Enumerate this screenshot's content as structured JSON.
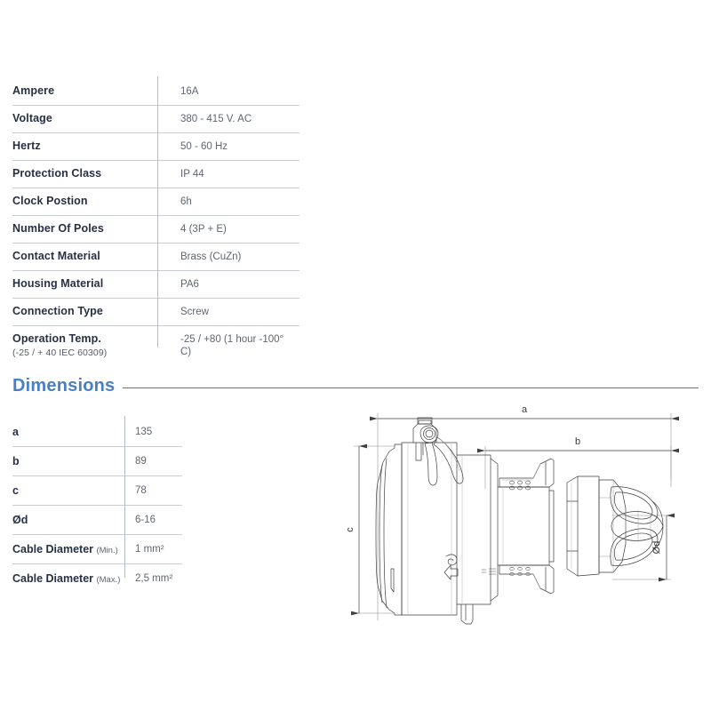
{
  "specs": {
    "rows": [
      {
        "label": "Ampere",
        "value": "16A"
      },
      {
        "label": "Voltage",
        "value": "380 - 415 V. AC"
      },
      {
        "label": "Hertz",
        "value": "50 - 60 Hz"
      },
      {
        "label": "Protection Class",
        "value": "IP 44"
      },
      {
        "label": "Clock Postion",
        "value": "6h"
      },
      {
        "label": "Number Of Poles",
        "value": "4 (3P + E)"
      },
      {
        "label": "Contact Material",
        "value": "Brass (CuZn)"
      },
      {
        "label": "Housing Material",
        "value": "PA6"
      },
      {
        "label": "Connection Type",
        "value": "Screw"
      },
      {
        "label": "Operation Temp.",
        "sub": "(-25 / + 40 IEC 60309)",
        "value": "-25 / +80 (1 hour -100° C)"
      }
    ]
  },
  "dimensions": {
    "heading": "Dimensions",
    "rows": [
      {
        "label": "a",
        "qual": "",
        "value": "135"
      },
      {
        "label": "b",
        "qual": "",
        "value": "89"
      },
      {
        "label": "c",
        "qual": "",
        "value": "78"
      },
      {
        "label": "Ød",
        "qual": "",
        "value": "6-16"
      },
      {
        "label": "Cable Diameter ",
        "qual": "(Min.)",
        "value": "1 mm²"
      },
      {
        "label": "Cable Diameter ",
        "qual": "(Max.)",
        "value": "2,5 mm²"
      }
    ]
  },
  "drawing": {
    "labels": {
      "a": "a",
      "b": "b",
      "c": "c",
      "d": "Ød"
    }
  },
  "colors": {
    "accent": "#4a7fc1",
    "label_text": "#273043",
    "value_text": "#5f666f",
    "rule": "#c9cdd2",
    "line_art": "#3f3f3f"
  }
}
